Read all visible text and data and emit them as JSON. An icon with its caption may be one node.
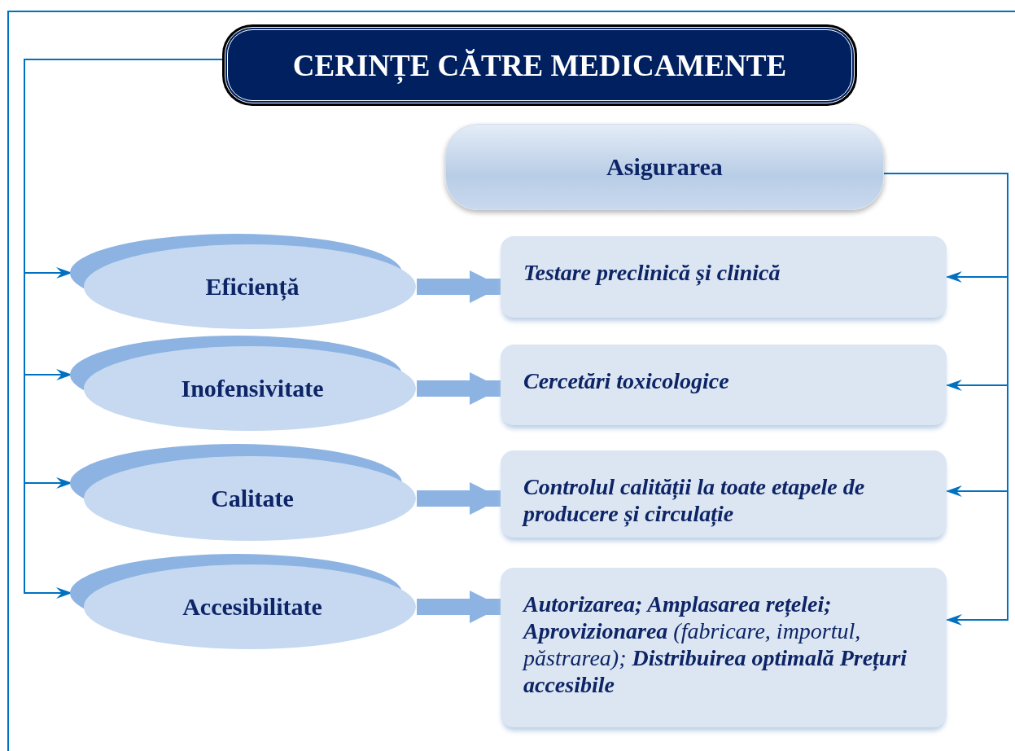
{
  "diagram": {
    "nodes": [
      {
        "text": [
          "CERINȚE CĂTRE MEDICAMENTE"
        ]
      },
      {
        "text": [
          "Asigurarea"
        ]
      },
      {
        "text": [
          "Eficiență"
        ]
      },
      {
        "text": [
          "Testare preclinică și clinică"
        ]
      },
      {
        "text": [
          "Inofensivitate"
        ]
      },
      {
        "text": [
          "Cercetări toxicologice"
        ]
      },
      {
        "text": [
          "Calitate"
        ]
      },
      {
        "text": [
          "Controlul calității la toate etapele de producere și circulație"
        ]
      },
      {
        "text": [
          "Accesibilitate"
        ]
      },
      {
        "text": [
          "**Autorizarea; Amplasarea rețelei; Aprovizionarea** (fabricare, importul, păstrarea); **Distribuirea optimală Prețuri accesibile**"
        ]
      }
    ],
    "edges": [
      {
        "from": 0,
        "to": 2,
        "arrow": "to"
      },
      {
        "from": 0,
        "to": 4,
        "arrow": "to"
      },
      {
        "from": 0,
        "to": 6,
        "arrow": "to"
      },
      {
        "from": 0,
        "to": 8,
        "arrow": "to"
      },
      {
        "from": 1,
        "to": 3,
        "arrow": "to"
      },
      {
        "from": 1,
        "to": 5,
        "arrow": "to"
      },
      {
        "from": 1,
        "to": 7,
        "arrow": "to"
      },
      {
        "from": 1,
        "to": 9,
        "arrow": "to"
      },
      {
        "from": 2,
        "to": 3,
        "arrow": "to",
        "style": "thick",
        "color": "#8db3e2"
      },
      {
        "from": 4,
        "to": 5,
        "arrow": "to",
        "style": "thick",
        "color": "#8db3e2"
      },
      {
        "from": 6,
        "to": 7,
        "arrow": "to",
        "style": "thick",
        "color": "#8db3e2"
      },
      {
        "from": 8,
        "to": 9,
        "arrow": "to",
        "style": "thick",
        "color": "#8db3e2"
      }
    ]
  }
}
